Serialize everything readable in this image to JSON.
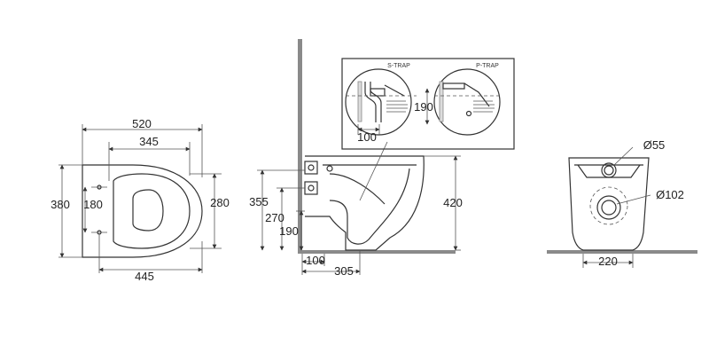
{
  "top_view": {
    "overall_length": "520",
    "fixing_spacing": "345",
    "base_length": "445",
    "overall_width": "380",
    "fixing_width": "180",
    "seat_width": "280"
  },
  "side_view": {
    "inlet_height": "355",
    "waste_height_p": "270",
    "waste_height_s": "190",
    "overall_height": "420",
    "wall_offset": "100",
    "s_trap_distance": "305"
  },
  "trap_detail": {
    "s_trap_label": "S-TRAP",
    "p_trap_label": "P-TRAP",
    "height": "190",
    "offset": "100"
  },
  "rear_view": {
    "inlet_diameter": "Ø55",
    "outlet_diameter": "Ø102",
    "base_width": "220"
  }
}
